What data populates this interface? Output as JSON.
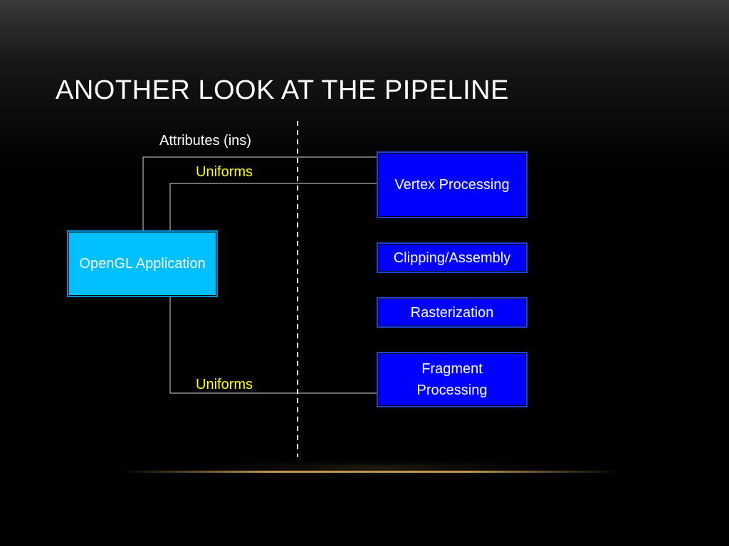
{
  "slide": {
    "title": "ANOTHER LOOK AT THE PIPELINE"
  },
  "labels": {
    "attributes": "Attributes (ins)",
    "uniforms_top": "Uniforms",
    "uniforms_bottom": "Uniforms"
  },
  "boxes": {
    "application": "OpenGL Application",
    "vertex_processing": "Vertex Processing",
    "clipping_assembly": "Clipping/Assembly",
    "rasterization": "Rasterization",
    "fragment_processing": "Fragment Processing"
  },
  "colors": {
    "application_fill": "#00bfff",
    "stage_fill": "#0000ff",
    "uniforms_text": "#ffff00",
    "connector_line": "#d8d8d8",
    "divider_line": "#ffffff",
    "underline_glow": "#e0b060"
  }
}
